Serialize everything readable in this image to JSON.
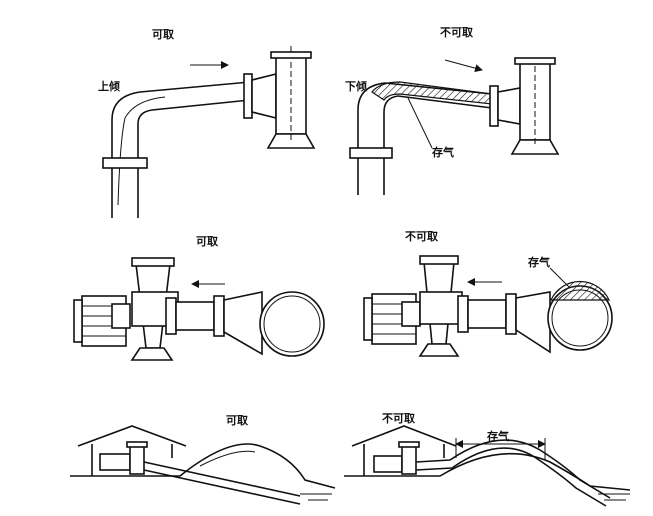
{
  "labels": {
    "ok": "可取",
    "not_ok": "不可取",
    "upward": "上倾",
    "downward": "下倾",
    "air": "存气"
  }
}
